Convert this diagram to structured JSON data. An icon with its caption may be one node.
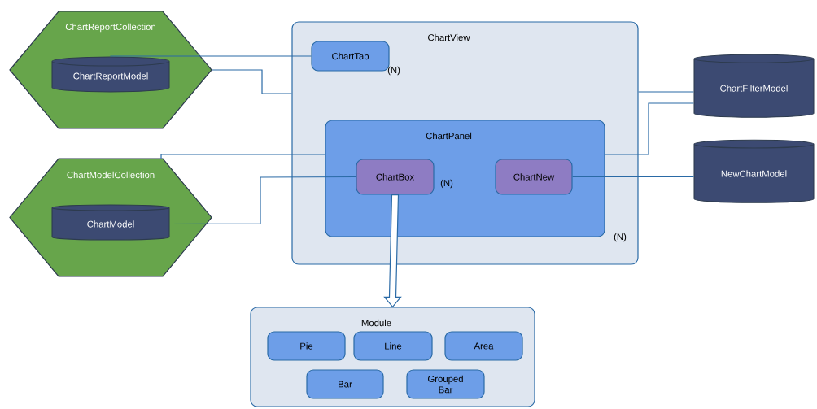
{
  "diagram": {
    "nodes": [
      {
        "text": [
          "ChartReportCollection"
        ]
      },
      {
        "text": [
          "ChartReportModel"
        ],
        "in": 0
      },
      {
        "text": [
          "ChartModelCollection"
        ]
      },
      {
        "text": [
          "ChartModel"
        ],
        "in": 2
      },
      {
        "text": [
          "ChartView"
        ]
      },
      {
        "text": [
          "ChartTab"
        ],
        "in": 4,
        "beside": [
          "(N)"
        ]
      },
      {
        "text": [
          "ChartPanel"
        ],
        "in": 4,
        "beside": [
          "(N)"
        ]
      },
      {
        "text": [
          "ChartBox"
        ],
        "in": 6,
        "beside": [
          "(N)"
        ]
      },
      {
        "text": [
          "ChartNew"
        ],
        "in": 6
      },
      {
        "text": [
          "ChartFilterModel"
        ]
      },
      {
        "text": [
          "NewChartModel"
        ]
      },
      {
        "text": [
          "Module"
        ]
      },
      {
        "text": [
          "Pie"
        ],
        "in": 11
      },
      {
        "text": [
          "Line"
        ],
        "in": 11
      },
      {
        "text": [
          "Area"
        ],
        "in": 11
      },
      {
        "text": [
          "Bar"
        ],
        "in": 11
      },
      {
        "text": [
          "Grouped Bar"
        ],
        "in": 11
      }
    ],
    "edges": [
      {
        "from": 1,
        "to": 5,
        "arrow": "none"
      },
      {
        "from": 0,
        "to": 4,
        "arrow": "none"
      },
      {
        "from": 2,
        "to": 6,
        "arrow": "none"
      },
      {
        "from": 3,
        "to": 7,
        "arrow": "none"
      },
      {
        "from": 4,
        "to": 9,
        "arrow": "none"
      },
      {
        "from": 6,
        "to": 9,
        "arrow": "none"
      },
      {
        "from": 8,
        "to": 10,
        "arrow": "none"
      },
      {
        "from": 7,
        "to": 11,
        "arrow": "to",
        "style": "thick"
      }
    ]
  }
}
